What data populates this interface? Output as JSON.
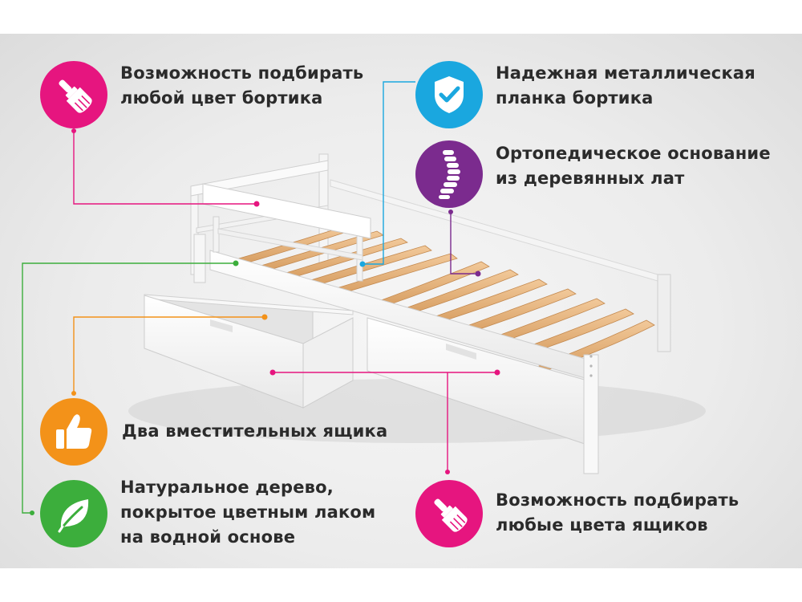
{
  "features": {
    "panel_color": {
      "line1": "Возможность подбирать",
      "line2": "любой цвет бортика",
      "icon": "paint-brush-icon",
      "color": "#e6157f"
    },
    "metal_bar": {
      "line1": "Надежная металлическая",
      "line2": "планка бортика",
      "icon": "shield-check-icon",
      "color": "#1aa7df"
    },
    "orthopedic_base": {
      "line1": "Ортопедическое основание",
      "line2": "из деревянных лат",
      "icon": "spine-icon",
      "color": "#7b2b8e"
    },
    "drawers": {
      "line1": "Два вместительных ящика",
      "icon": "thumbs-up-icon",
      "color": "#f39219"
    },
    "natural_wood": {
      "line1": "Натуральное дерево,",
      "line2": "покрытое цветным лаком",
      "line3": "на водной основе",
      "icon": "leaf-icon",
      "color": "#3cae3c"
    },
    "drawer_color": {
      "line1": "Возможность подбирать",
      "line2": "любые цвета ящиков",
      "icon": "paint-brush-icon",
      "color": "#e6157f"
    }
  }
}
